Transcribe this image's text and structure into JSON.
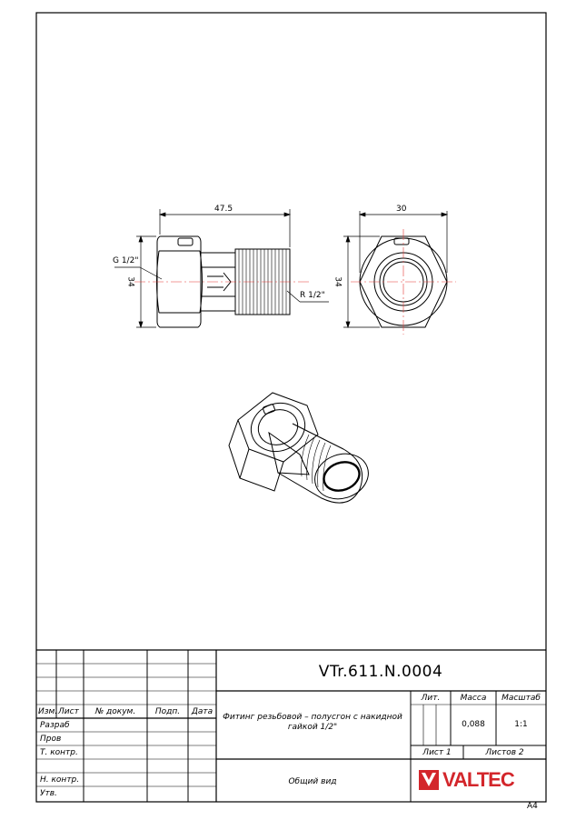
{
  "drawing": {
    "dim_length": "47.5",
    "dim_width": "30",
    "dim_height_left": "34",
    "dim_height_right": "34",
    "thread_female": "G 1/2\"",
    "thread_male": "R 1/2\""
  },
  "title_block": {
    "doc_number": "VTr.611.N.0004",
    "title": "Фитинг резьбовой – полусгон с накидной гайкой 1/2\"",
    "view_name": "Общий вид",
    "col_izm": "Изм.",
    "col_list": "Лист",
    "col_docnum": "№ докум.",
    "col_sign": "Подп.",
    "col_date": "Дата",
    "row_razrab": "Разраб",
    "row_prov": "Пров",
    "row_tkontr": "Т. контр.",
    "row_nkontr": "Н. контр.",
    "row_utv": "Утв.",
    "lit_label": "Лит.",
    "mass_label": "Масса",
    "scale_label": "Масштаб",
    "mass_value": "0,088",
    "scale_value": "1:1",
    "sheet_label": "Лист 1",
    "sheets_label": "Листов 2",
    "brand": "VALTEC",
    "format": "A4"
  },
  "colors": {
    "line": "#000000",
    "center_line": "#e53935",
    "brand_red": "#d3262b",
    "brand_gray": "#8a8a8a"
  }
}
